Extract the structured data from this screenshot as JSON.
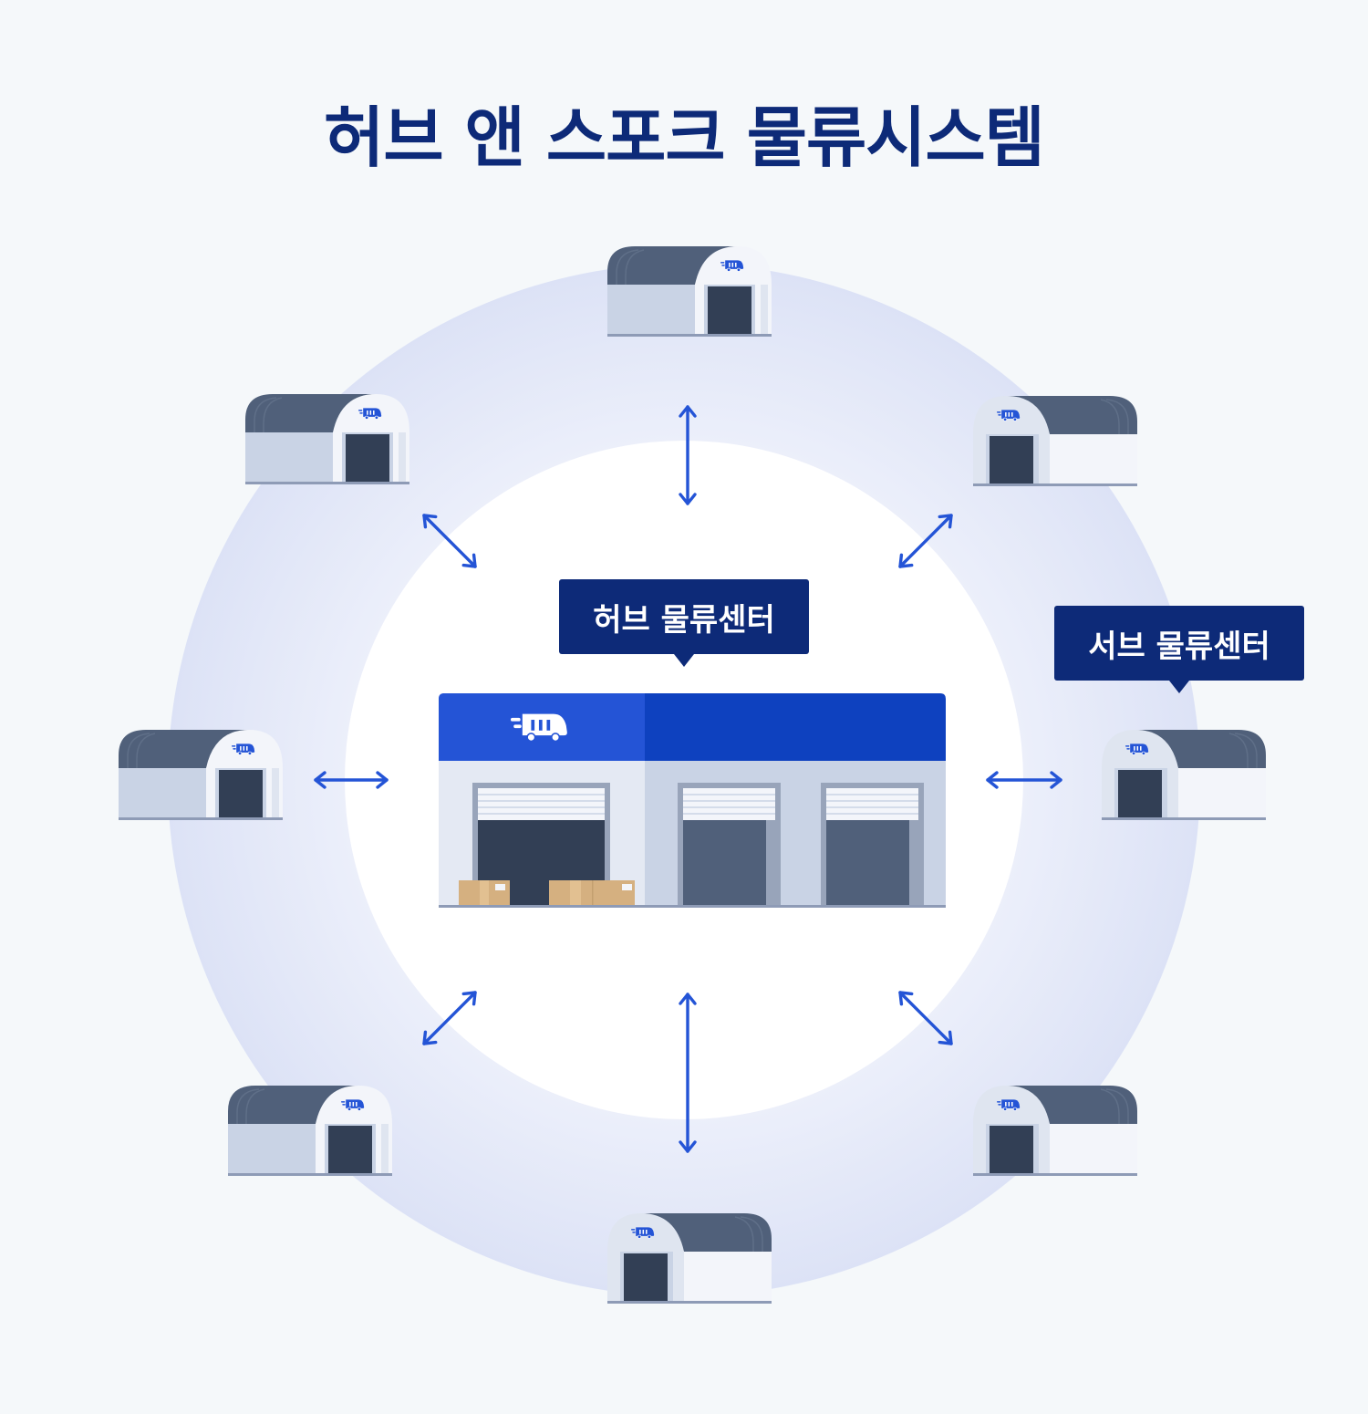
{
  "title": "허브 앤 스포크 물류시스템",
  "hub": {
    "label": "허브 물류센터"
  },
  "spoke": {
    "label": "서브 물류센터"
  },
  "spoke_count": 8,
  "colors": {
    "title": "#0d2a78",
    "callout": "#0d2a78",
    "arrow": "#2454d6",
    "hub_roof": "#2454d6",
    "hub_wall": "#c9d3e5",
    "warehouse_roof": "#50607a",
    "door_dark": "#323f55"
  },
  "icons": [
    "truck-logo-icon",
    "bidirectional-arrow-icon",
    "warehouse-icon",
    "cardboard-box-icon"
  ]
}
